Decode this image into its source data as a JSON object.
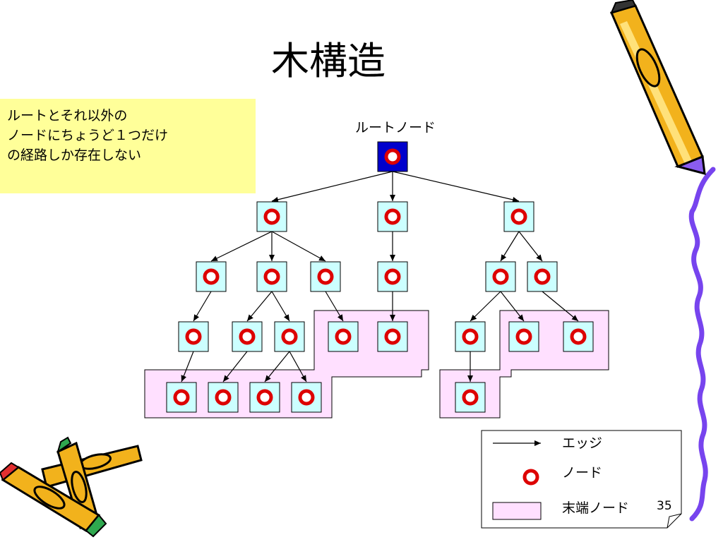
{
  "title": "木構造",
  "note": {
    "lines": [
      "ルートとそれ以外の",
      "ノードにちょうど１つだけ",
      "の経路しか存在しない"
    ]
  },
  "root_label": "ルートノード",
  "legend": {
    "edge": "エッジ",
    "node": "ノード",
    "leaf": "末端ノード"
  },
  "page_number": "35",
  "colors": {
    "node_fill": "#ccffff",
    "root_fill": "#0000cc",
    "ring": "#dd0000",
    "leaf_region": "#ffe0ff",
    "note_bg": "#ffff99"
  },
  "decor": [
    "pencil-icon",
    "crayons-icon"
  ]
}
